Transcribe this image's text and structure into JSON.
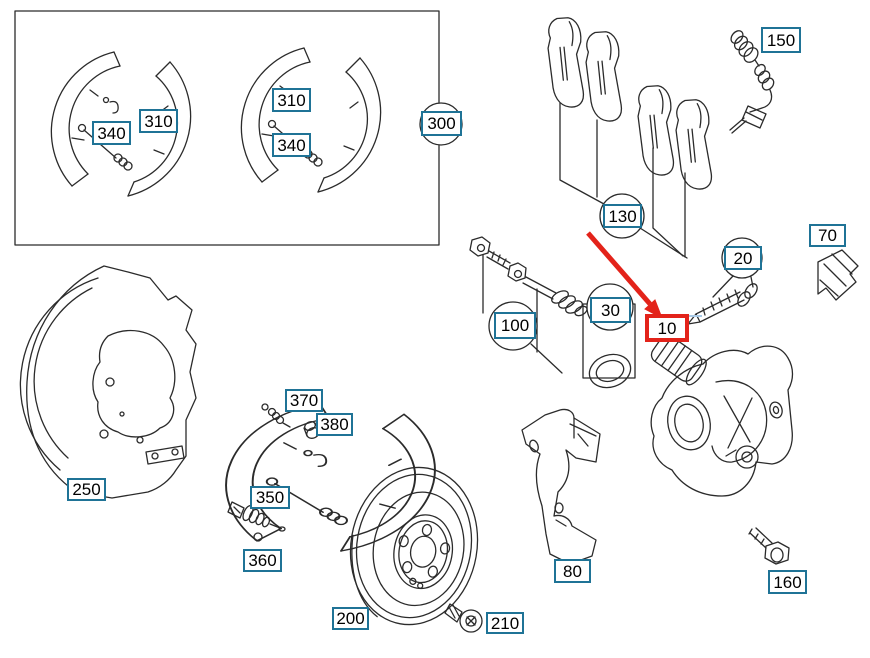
{
  "diagram": {
    "kind": "exploded-parts-diagram",
    "highlighted_callout": "10",
    "colors": {
      "callout_border": "#1f7396",
      "highlight_border": "#e3231a",
      "arrow": "#e3231a",
      "line_art": "#2b2b2b",
      "background": "#ffffff"
    }
  },
  "callouts": [
    {
      "id": "340-left",
      "text": "340",
      "style": "blue-box"
    },
    {
      "id": "310-left",
      "text": "310",
      "style": "blue-box"
    },
    {
      "id": "310-right",
      "text": "310",
      "style": "blue-box"
    },
    {
      "id": "340-right",
      "text": "340",
      "style": "blue-box"
    },
    {
      "id": "300",
      "text": "300",
      "style": "blue-box-circled"
    },
    {
      "id": "150",
      "text": "150",
      "style": "blue-box"
    },
    {
      "id": "130",
      "text": "130",
      "style": "blue-box-circled"
    },
    {
      "id": "70",
      "text": "70",
      "style": "blue-box"
    },
    {
      "id": "20",
      "text": "20",
      "style": "blue-box-circled"
    },
    {
      "id": "10",
      "text": "10",
      "style": "red-box-highlighted"
    },
    {
      "id": "100",
      "text": "100",
      "style": "blue-box-circled"
    },
    {
      "id": "30",
      "text": "30",
      "style": "blue-box-circled"
    },
    {
      "id": "370",
      "text": "370",
      "style": "blue-box"
    },
    {
      "id": "380",
      "text": "380",
      "style": "blue-box"
    },
    {
      "id": "350",
      "text": "350",
      "style": "blue-box"
    },
    {
      "id": "360",
      "text": "360",
      "style": "blue-box"
    },
    {
      "id": "250",
      "text": "250",
      "style": "blue-box"
    },
    {
      "id": "80",
      "text": "80",
      "style": "blue-box"
    },
    {
      "id": "160",
      "text": "160",
      "style": "blue-box"
    },
    {
      "id": "200",
      "text": "200",
      "style": "blue-box"
    },
    {
      "id": "210",
      "text": "210",
      "style": "blue-box"
    }
  ]
}
